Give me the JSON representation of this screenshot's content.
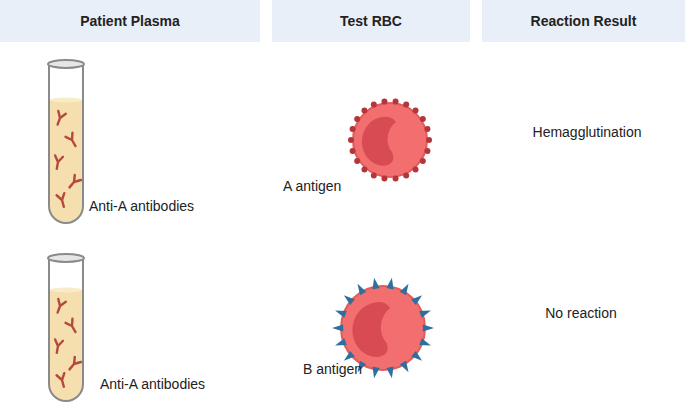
{
  "diagram": {
    "nodes": [
      {
        "text": [
          "Patient Plasma"
        ]
      },
      {
        "text": [
          "Test RBC"
        ]
      },
      {
        "text": [
          "Reaction Result"
        ]
      }
    ],
    "labels": [
      "Anti-A antibodies",
      "A antigen",
      "Hemagglutination",
      "Anti-A antibodies",
      "B antigen",
      "No reaction"
    ]
  }
}
